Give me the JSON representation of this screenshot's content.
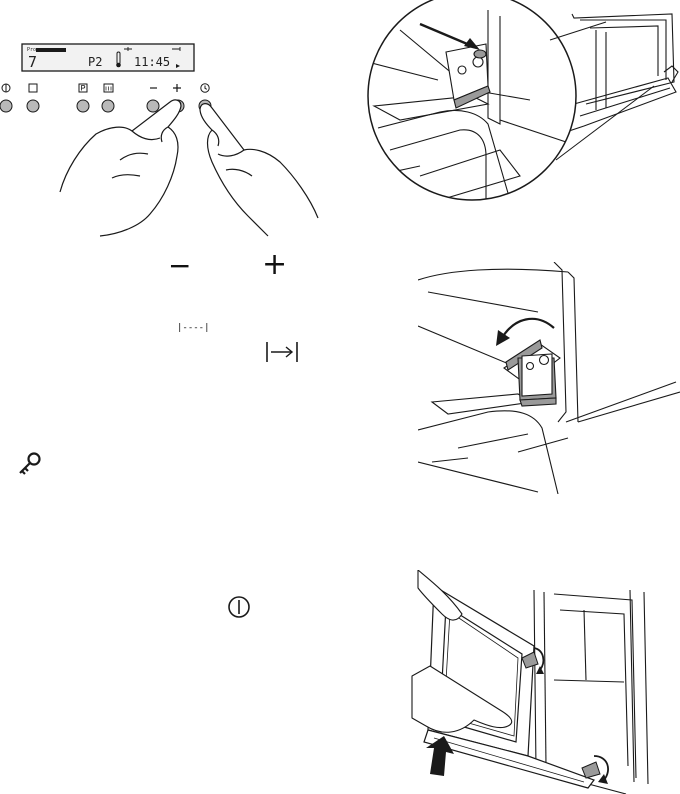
{
  "control_panel": {
    "display": {
      "program_label": "Prog",
      "level": "7",
      "program": "P2",
      "time": "11:45"
    },
    "buttons": [
      {
        "id": "on-off",
        "icon": "power-icon"
      },
      {
        "id": "functions",
        "icon": "square-icon"
      },
      {
        "id": "program",
        "icon": "p-box-icon"
      },
      {
        "id": "memory",
        "icon": "mem-box-icon"
      },
      {
        "id": "minus",
        "icon": "minus-icon",
        "label": "−"
      },
      {
        "id": "plus",
        "icon": "plus-icon",
        "label": "+"
      },
      {
        "id": "clock",
        "icon": "clock-icon"
      }
    ]
  },
  "text_symbols": {
    "minus": "−",
    "plus": "+",
    "dashes": "|----|",
    "end_time": "→",
    "key": "key-icon",
    "power": "power-icon"
  },
  "colors": {
    "line": "#1a1a1a",
    "button_fill": "#b9b9b9",
    "hinge_fill": "#9a9a9a",
    "lcd_bg": "#f2f2f2"
  }
}
